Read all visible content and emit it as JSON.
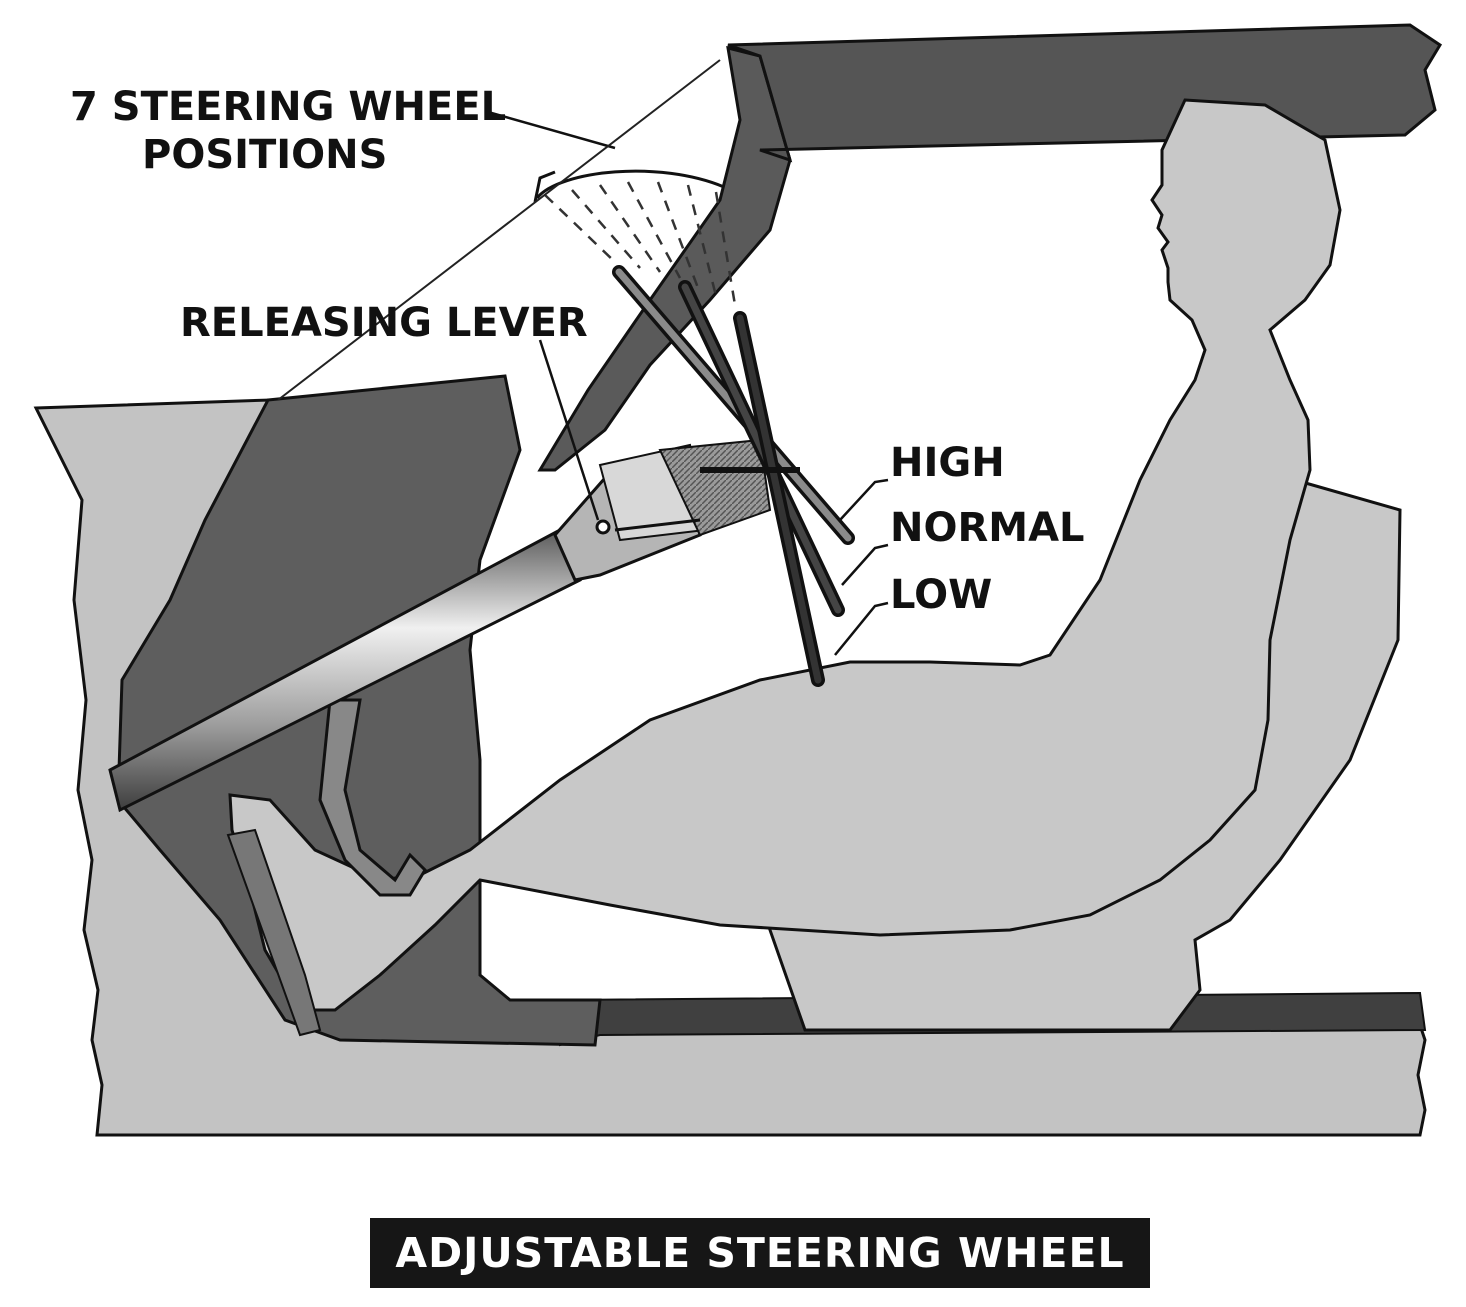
{
  "labels": {
    "positions_line1": "7 STEERING WHEEL",
    "positions_line2": "POSITIONS",
    "releasing_lever": "RELEASING LEVER",
    "high": "HIGH",
    "normal": "NORMAL",
    "low": "LOW"
  },
  "caption": "ADJUSTABLE STEERING WHEEL",
  "colors": {
    "light_gray": "#c3c3c3",
    "mid_gray": "#939393",
    "dark_gray": "#5c5c5c",
    "ink": "#111111",
    "paper": "#ffffff"
  }
}
